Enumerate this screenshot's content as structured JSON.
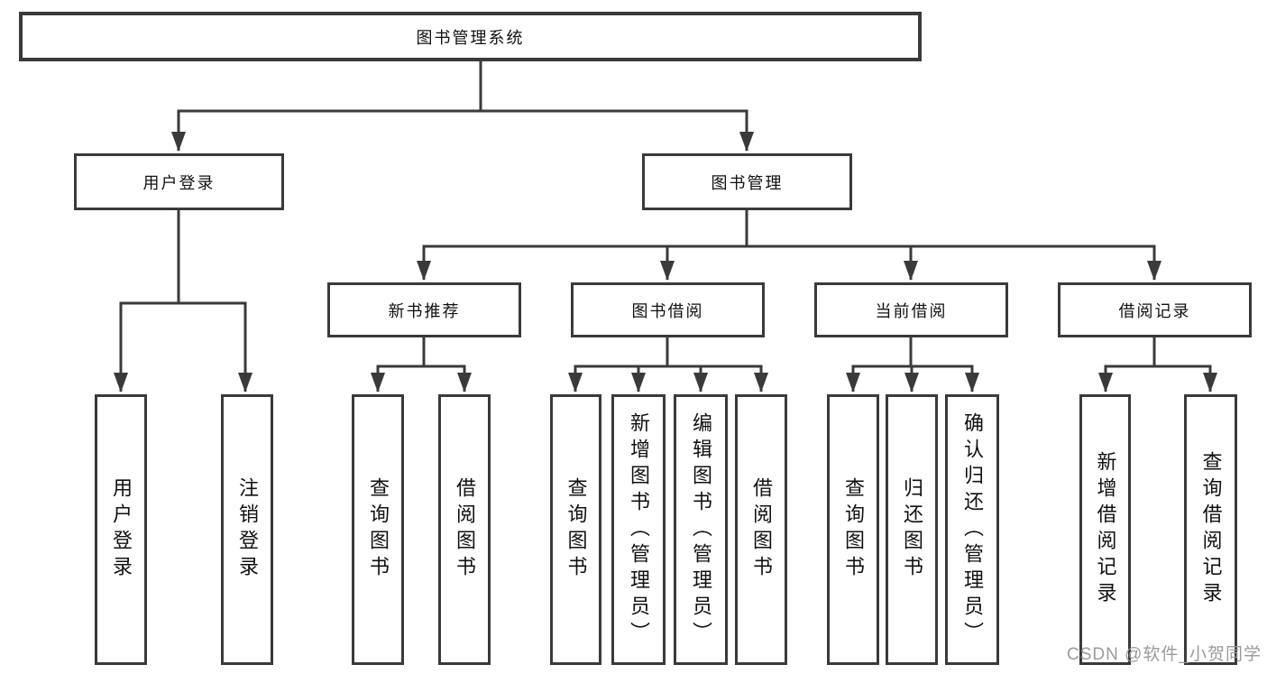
{
  "nodes": {
    "root": "图书管理系统",
    "user_login": "用户登录",
    "book_mgmt": "图书管理",
    "new_book_rec": "新书推荐",
    "book_borrow": "图书借阅",
    "current_borrow": "当前借阅",
    "borrow_records": "借阅记录",
    "leaf_user_login": "用户登录",
    "leaf_logout": "注销登录",
    "leaf_nb_query": "查询图书",
    "leaf_nb_borrow": "借阅图书",
    "leaf_bb_query": "查询图书",
    "leaf_bb_add": "新增图书（管理员）",
    "leaf_bb_edit": "编辑图书（管理员）",
    "leaf_bb_borrow": "借阅图书",
    "leaf_cb_query": "查询图书",
    "leaf_cb_return": "归还图书",
    "leaf_cb_confirm": "确认归还（管理员）",
    "leaf_br_add": "新增借阅记录",
    "leaf_br_query": "查询借阅记录"
  },
  "watermark": "CSDN @软件_小贺同学",
  "colors": {
    "line": "#3a3a3a",
    "text": "#111111",
    "watermark": "#969696",
    "background": "#ffffff"
  }
}
